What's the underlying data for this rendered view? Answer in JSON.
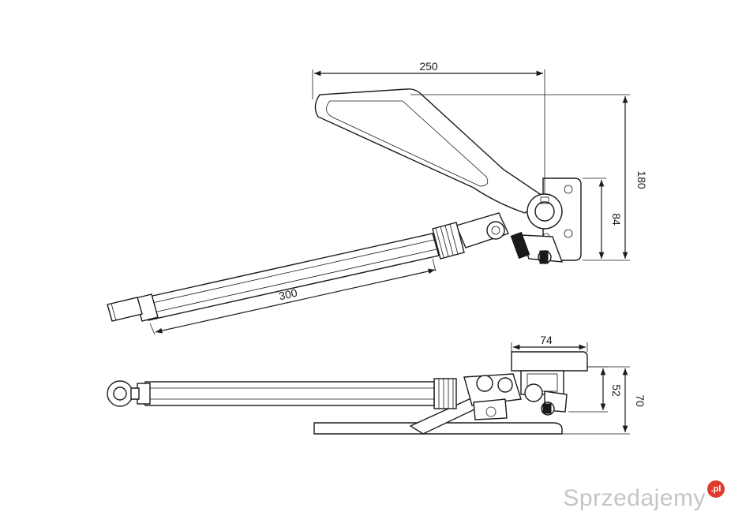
{
  "dimensions": {
    "top_width": "250",
    "top_height_total": "180",
    "top_height_plate": "84",
    "top_rod_length": "300",
    "bottom_plate_width": "74",
    "bottom_height_inner": "52",
    "bottom_height_total": "70"
  },
  "watermark": {
    "text": "Sprzedajemy",
    "badge": ".pl"
  }
}
